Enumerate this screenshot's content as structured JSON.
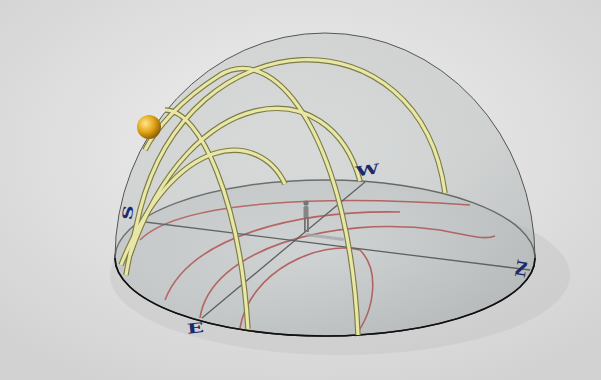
{
  "diagram": {
    "labels": [
      "W",
      "S",
      "E",
      "N"
    ]
  }
}
